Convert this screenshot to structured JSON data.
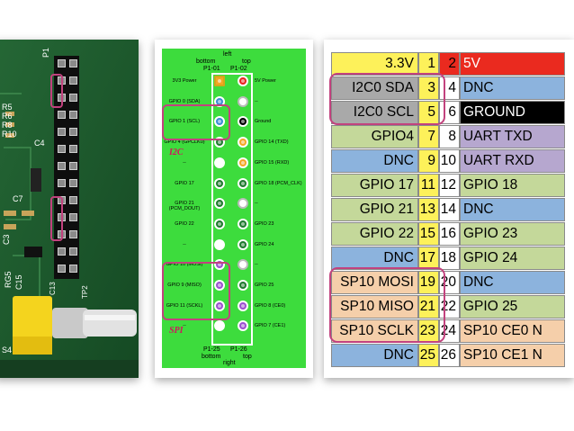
{
  "board": {
    "labels": [
      "P1",
      "R5",
      "R6",
      "R8",
      "R10",
      "C4",
      "C7",
      "C3",
      "RG5",
      "C15",
      "C13",
      "TP2",
      "S4"
    ]
  },
  "diagram": {
    "top_left": "left",
    "col_left_top": "bottom",
    "col_right_top": "top",
    "p1_01": "P1-01",
    "p1_02": "P1-02",
    "p1_25": "P1-25",
    "p1_26": "P1-26",
    "bottom_left": "bottom",
    "bottom_right": "top",
    "bottom_center": "right",
    "i2c_label": "I2C",
    "spi_label": "SPI",
    "rows": [
      {
        "left": "3V3 Power",
        "right": "5V Power",
        "lcolor": "#f5a623",
        "rcolor": "#e8231e"
      },
      {
        "left": "GPIO 0 (SDA)",
        "right": "--",
        "lcolor": "#3a8bd6",
        "rcolor": "#ffffff"
      },
      {
        "left": "GPIO 1 (SCL)",
        "right": "Ground",
        "lcolor": "#3a8bd6",
        "rcolor": "#000000"
      },
      {
        "left": "GPIO 4 (GPCLK0)",
        "right": "GPIO 14 (TXD)",
        "lcolor": "#1f7a2e",
        "rcolor": "#f5a623"
      },
      {
        "left": "--",
        "right": "GPIO 15 (RXD)",
        "lcolor": "#ffffff",
        "rcolor": "#f5a623"
      },
      {
        "left": "GPIO 17",
        "right": "GPIO 18 (PCM_CLK)",
        "lcolor": "#1f7a2e",
        "rcolor": "#1f7a2e"
      },
      {
        "left": "GPIO 21 (PCM_DOUT)",
        "right": "--",
        "lcolor": "#1f7a2e",
        "rcolor": "#ffffff"
      },
      {
        "left": "GPIO 22",
        "right": "GPIO 23",
        "lcolor": "#1f7a2e",
        "rcolor": "#1f7a2e"
      },
      {
        "left": "--",
        "right": "GPIO 24",
        "lcolor": "#ffffff",
        "rcolor": "#1f7a2e"
      },
      {
        "left": "GPIO 10 (MOSI)",
        "right": "--",
        "lcolor": "#9b4fd0",
        "rcolor": "#ffffff"
      },
      {
        "left": "GPIO 9 (MISO)",
        "right": "GPIO 25",
        "lcolor": "#9b4fd0",
        "rcolor": "#1f7a2e"
      },
      {
        "left": "GPIO 11 (SCKL)",
        "right": "GPIO 8 (CE0)",
        "lcolor": "#9b4fd0",
        "rcolor": "#9b4fd0"
      },
      {
        "left": "--",
        "right": "GPIO 7 (CE1)",
        "lcolor": "#ffffff",
        "rcolor": "#9b4fd0"
      }
    ]
  },
  "table": {
    "rows": [
      {
        "lname": "3.3V",
        "lnum": "1",
        "rnum": "2",
        "rname": "5V",
        "lbg": "#fdf15a",
        "rbg": "#ea2a1f",
        "rcolor": "#ffffff"
      },
      {
        "lname": "I2C0 SDA",
        "lnum": "3",
        "rnum": "4",
        "rname": "DNC",
        "lbg": "#a9a9a9",
        "rbg": "#8cb3dd",
        "rcolor": "#000000"
      },
      {
        "lname": "I2C0 SCL",
        "lnum": "5",
        "rnum": "6",
        "rname": "GROUND",
        "lbg": "#a9a9a9",
        "rbg": "#000000",
        "rcolor": "#ffffff"
      },
      {
        "lname": "GPIO4",
        "lnum": "7",
        "rnum": "8",
        "rname": "UART TXD",
        "lbg": "#c4d89a",
        "rbg": "#b6a7cf",
        "rcolor": "#000000"
      },
      {
        "lname": "DNC",
        "lnum": "9",
        "rnum": "10",
        "rname": "UART RXD",
        "lbg": "#8cb3dd",
        "rbg": "#b6a7cf",
        "rcolor": "#000000"
      },
      {
        "lname": "GPIO 17",
        "lnum": "11",
        "rnum": "12",
        "rname": "GPIO 18",
        "lbg": "#c4d89a",
        "rbg": "#c4d89a",
        "rcolor": "#000000"
      },
      {
        "lname": "GPIO 21",
        "lnum": "13",
        "rnum": "14",
        "rname": "DNC",
        "lbg": "#c4d89a",
        "rbg": "#8cb3dd",
        "rcolor": "#000000"
      },
      {
        "lname": "GPIO 22",
        "lnum": "15",
        "rnum": "16",
        "rname": "GPIO 23",
        "lbg": "#c4d89a",
        "rbg": "#c4d89a",
        "rcolor": "#000000"
      },
      {
        "lname": "DNC",
        "lnum": "17",
        "rnum": "18",
        "rname": "GPIO 24",
        "lbg": "#8cb3dd",
        "rbg": "#c4d89a",
        "rcolor": "#000000"
      },
      {
        "lname": "SP10 MOSI",
        "lnum": "19",
        "rnum": "20",
        "rname": "DNC",
        "lbg": "#f5cfaa",
        "rbg": "#8cb3dd",
        "rcolor": "#000000"
      },
      {
        "lname": "SP10 MISO",
        "lnum": "21",
        "rnum": "22",
        "rname": "GPIO 25",
        "lbg": "#f5cfaa",
        "rbg": "#c4d89a",
        "rcolor": "#000000"
      },
      {
        "lname": "SP10 SCLK",
        "lnum": "23",
        "rnum": "24",
        "rname": "SP10 CE0 N",
        "lbg": "#f5cfaa",
        "rbg": "#f5cfaa",
        "rcolor": "#000000"
      },
      {
        "lname": "DNC",
        "lnum": "25",
        "rnum": "26",
        "rname": "SP10 CE1 N",
        "lbg": "#8cb3dd",
        "rbg": "#f5cfaa",
        "rcolor": "#000000"
      }
    ]
  },
  "colors": {
    "highlight": "#c2427e",
    "diagram_bg": "#3ddc3d",
    "pin_number_bg": "#fdf15a",
    "pin_number_bg_right": "#ea2a1f"
  }
}
